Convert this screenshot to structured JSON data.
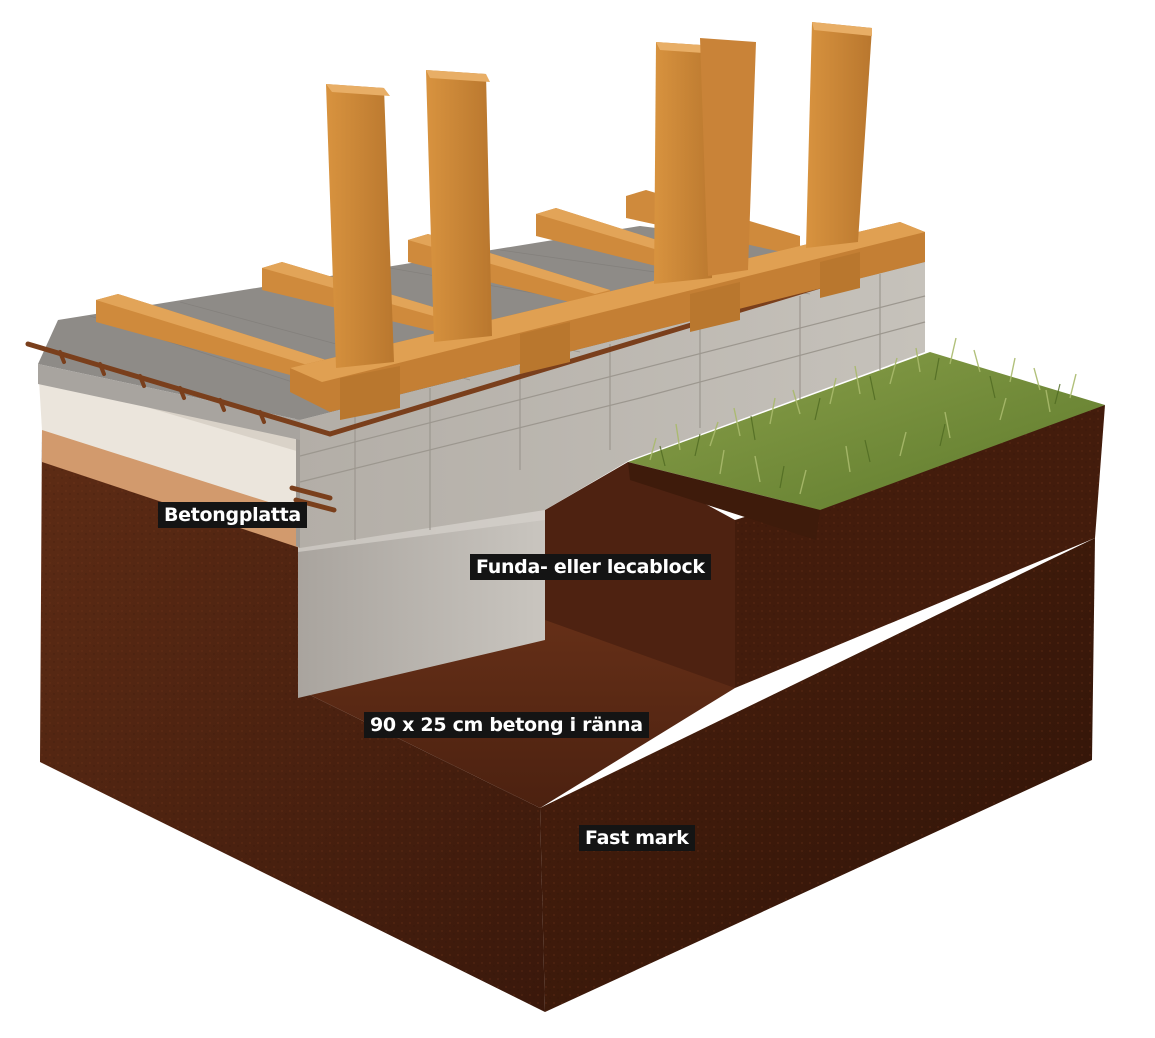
{
  "labels": {
    "slab": "Betongplatta",
    "blocks": "Funda- eller lecablock",
    "footing": "90 x 25 cm betong i ränna",
    "ground": "Fast mark"
  },
  "colors": {
    "soil_dark": "#3e1a0c",
    "soil_mid": "#5a2a14",
    "soil_light": "#6e351a",
    "concrete_light": "#c2bdb6",
    "concrete_shadow": "#9d9892",
    "block_face": "#b6b1aa",
    "block_top": "#cfcbc4",
    "insulation": "#e9e3da",
    "sand": "#d39a6e",
    "slab_top": "#8d8a86",
    "timber": "#cf8a3c",
    "timber_dark": "#a86a26",
    "timber_light": "#e2a458",
    "rebar": "#7a3f1c",
    "grass": "#6f8a3a",
    "grass_light": "#a7b86a",
    "label_bg": "#141414",
    "label_text": "#ffffff"
  }
}
